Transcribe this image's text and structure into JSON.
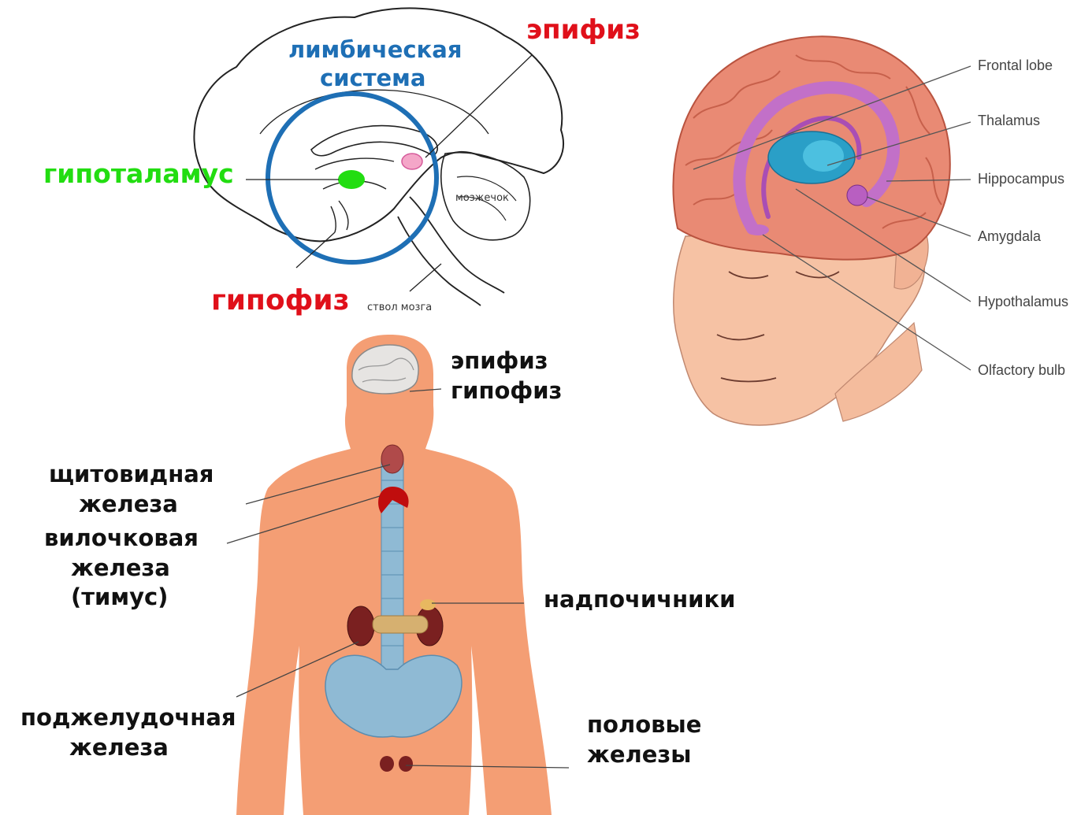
{
  "colors": {
    "red_label": "#e0101a",
    "green_label": "#22dd11",
    "blue_label": "#1e6fb5",
    "brain_pink": "#e98a74",
    "limbic_purple": "#c270c8",
    "thalamus_blue": "#2a9fc7",
    "skin": "#f6b08e",
    "body": "#f49e74"
  },
  "top_left_diagram": {
    "epiphysis": "эпифиз",
    "limbic_line1": "лимбическая",
    "limbic_line2": "система",
    "hypothalamus": "гипоталамус",
    "cerebellum": "мозжечок",
    "pituitary": "гипофиз",
    "brainstem": "ствол мозга"
  },
  "top_right_diagram": {
    "labels": [
      "Frontal lobe",
      "Thalamus",
      "Hippocampus",
      "Amygdala",
      "Hypothalamus",
      "Olfactory bulb"
    ]
  },
  "body_diagram": {
    "epiphysis": "эпифиз",
    "pituitary": "гипофиз",
    "thyroid_line1": "щитовидная",
    "thyroid_line2": "железа",
    "thymus_line1": "вилочковая",
    "thymus_line2": "железа",
    "thymus_line3": "(тимус)",
    "adrenals": "надпочичники",
    "pancreas_line1": "поджелудочная",
    "pancreas_line2": "железа",
    "gonads_line1": "половые",
    "gonads_line2": "железы"
  }
}
